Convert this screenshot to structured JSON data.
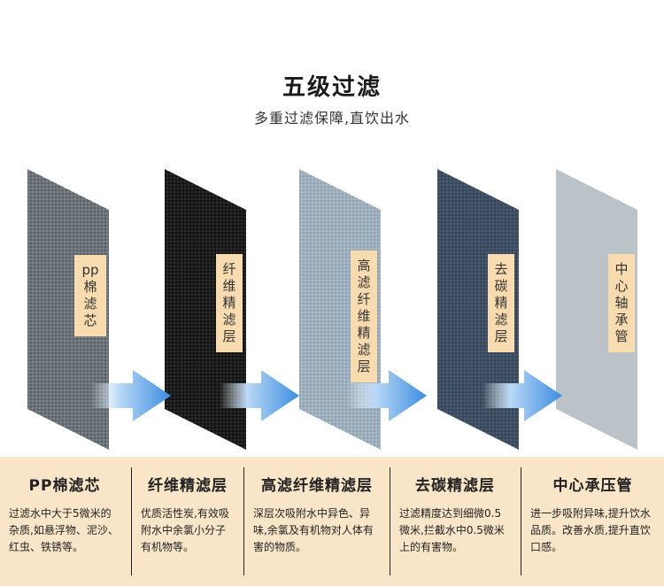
{
  "header": {
    "title": "五级过滤",
    "subtitle": "多重过滤保障,直饮出水"
  },
  "layers": [
    {
      "label_chars": [
        "pp",
        "棉",
        "滤",
        "芯"
      ],
      "color": "#6a7278",
      "style": "texture-gray"
    },
    {
      "label_chars": [
        "纤",
        "维",
        "精",
        "滤",
        "层"
      ],
      "color": "#1c1c1c",
      "style": "texture-black"
    },
    {
      "label_chars": [
        "高",
        "滤",
        "纤",
        "维",
        "精",
        "滤",
        "层"
      ],
      "color": "#9eb0bd",
      "style": "texture-lightblue"
    },
    {
      "label_chars": [
        "去",
        "碳",
        "精",
        "滤",
        "层"
      ],
      "color": "#3f4f63",
      "style": "texture-navy"
    },
    {
      "label_chars": [
        "中",
        "心",
        "轴",
        "承",
        "管"
      ],
      "color": "#bcc3c8",
      "style": "plain-gray"
    }
  ],
  "colors": {
    "label_bg": "#f8dcb0",
    "bottom_bg": "#f9e6c8",
    "arrow_start": "#ffffff",
    "arrow_end": "#3b8de0"
  },
  "features": [
    {
      "title": "PP棉滤芯",
      "desc": "过滤水中大于5微米的杂质,如悬浮物、泥沙、红虫、铁锈等。"
    },
    {
      "title": "纤维精滤层",
      "desc": "优质活性炭,有效吸附水中余氯小分子有机物等。"
    },
    {
      "title": "高滤纤维精滤层",
      "desc": "深层次吸附水中异色、异味,余氯及有机物对人体有害的物质。"
    },
    {
      "title": "去碳精滤层",
      "desc": "过滤精度达到细微0.5微米,拦截水中0.5微米上的有害物。"
    },
    {
      "title": "中心承压管",
      "desc": "进一步吸附异味,提升饮水品质。改善水质,提升直饮口感。"
    }
  ]
}
